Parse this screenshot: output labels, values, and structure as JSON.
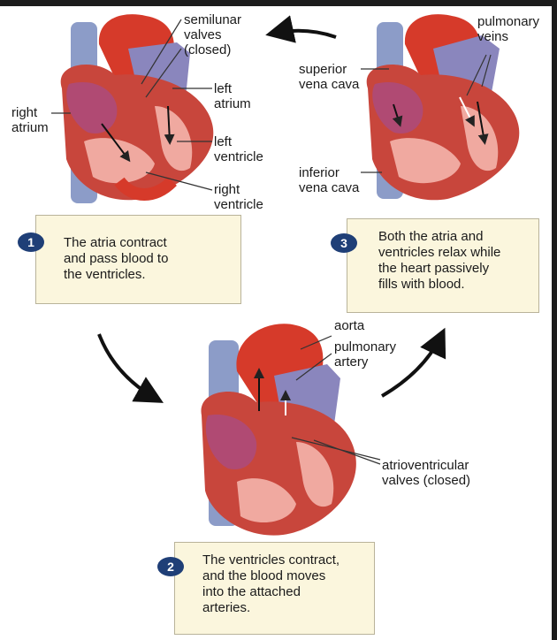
{
  "labels": {
    "semilunar_valves": "semilunar\nvalves\n(closed)",
    "left_atrium": "left\natrium",
    "left_ventricle": "left\nventricle",
    "right_ventricle": "right\nventricle",
    "right_atrium": "right\natrium",
    "superior_vena_cava": "superior\nvena cava",
    "inferior_vena_cava": "inferior\nvena cava",
    "pulmonary_veins": "pulmonary\nveins",
    "aorta": "aorta",
    "pulmonary_artery": "pulmonary\nartery",
    "atrioventricular_valves": "atrioventricular\nvalves (closed)"
  },
  "steps": [
    {
      "number": "1",
      "text": "The atria contract\nand pass blood to\nthe ventricles."
    },
    {
      "number": "2",
      "text": "The ventricles contract,\nand the blood moves\ninto the attached\narteries."
    },
    {
      "number": "3",
      "text": "Both the atria and\nventricles relax while\nthe heart passively\nfills with blood."
    }
  ],
  "colors": {
    "vena_cava": "#8c9cc8",
    "aorta": "#d63a2a",
    "pulmonary_artery": "#8a86bd",
    "myocardium": "#c8463c",
    "chamber_interior": "#f0a9a0",
    "atrium_purple": "#b04a73",
    "badge": "#1f3f77",
    "box_fill": "#fbf6dd"
  }
}
